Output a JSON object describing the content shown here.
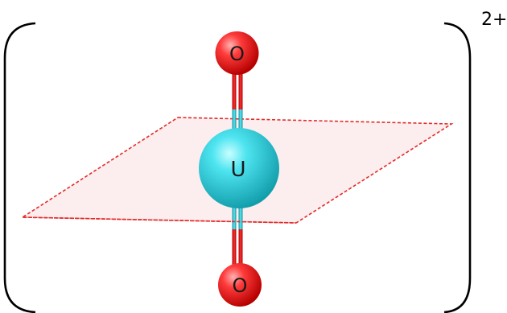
{
  "molecule": {
    "atoms": {
      "top": {
        "label": "O",
        "element": "oxygen",
        "color": "#ff1a1a"
      },
      "center": {
        "label": "U",
        "element": "uranium",
        "color": "#33d6e6"
      },
      "bottom": {
        "label": "O",
        "element": "oxygen",
        "color": "#ff1a1a"
      }
    },
    "bonds": [
      {
        "from": "top",
        "to": "center",
        "order": 2
      },
      {
        "from": "center",
        "to": "bottom",
        "order": 2
      }
    ],
    "charge": "2+",
    "equatorial_plane": {
      "fill": "#fdeeee",
      "border": "#e83030",
      "style": "dashed"
    }
  },
  "colors": {
    "bracket": "#000000",
    "oxygen": "#ff1a1a",
    "uranium": "#33d6e6",
    "bond_red": "#dd1111",
    "bond_cyan": "#22c4d4"
  }
}
